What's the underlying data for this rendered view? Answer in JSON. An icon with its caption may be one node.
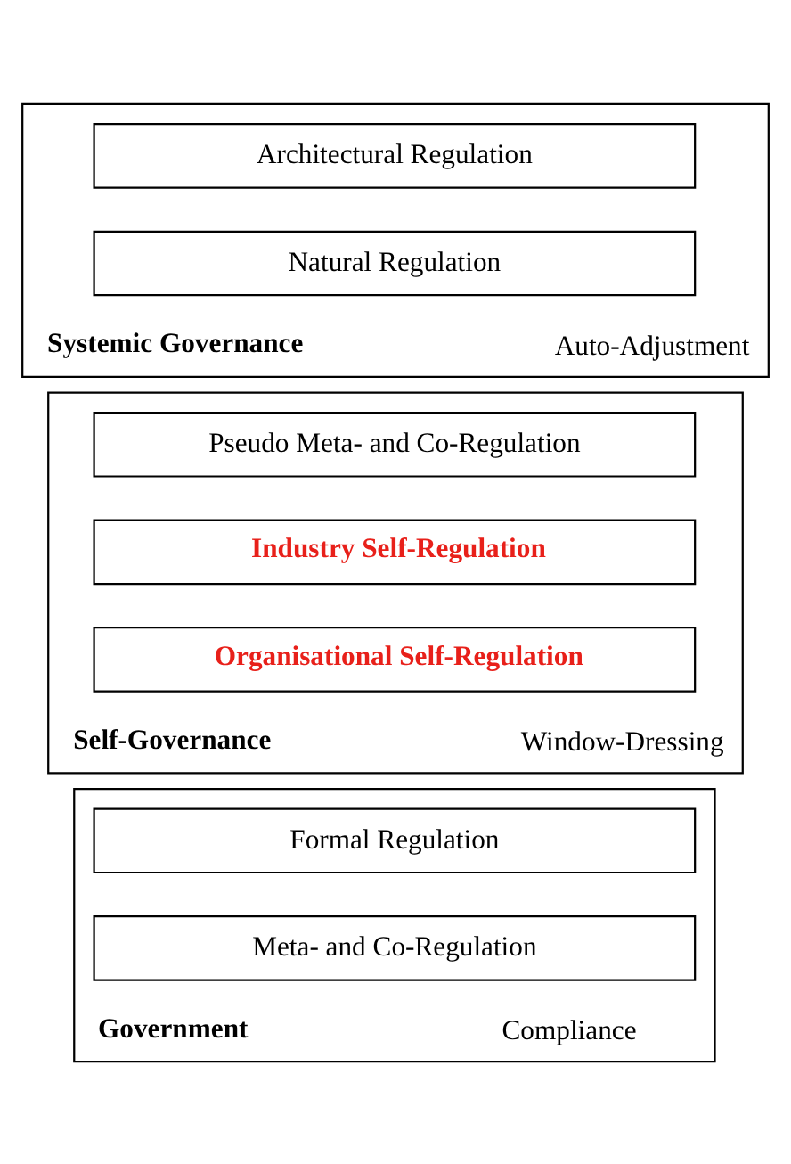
{
  "diagram": {
    "nodes": [
      {
        "text": [
          "Government",
          "Compliance"
        ]
      },
      {
        "text": [
          "Formal Regulation"
        ],
        "in": 0
      },
      {
        "text": [
          "Meta- and Co-Regulation"
        ],
        "in": 0
      },
      {
        "text": [
          "Self-Governance",
          "Window-Dressing"
        ]
      },
      {
        "text": [
          "Pseudo Meta- and Co-Regulation"
        ],
        "in": 3
      },
      {
        "text": [
          "Industry Self-Regulation"
        ],
        "in": 3
      },
      {
        "text": [
          "Organisational Self-Regulation"
        ],
        "in": 3
      },
      {
        "text": [
          "Systemic Governance",
          "Auto-Adjustment"
        ]
      },
      {
        "text": [
          "Architectural Regulation"
        ],
        "in": 7
      },
      {
        "text": [
          "Natural Regulation"
        ],
        "in": 7
      }
    ]
  }
}
